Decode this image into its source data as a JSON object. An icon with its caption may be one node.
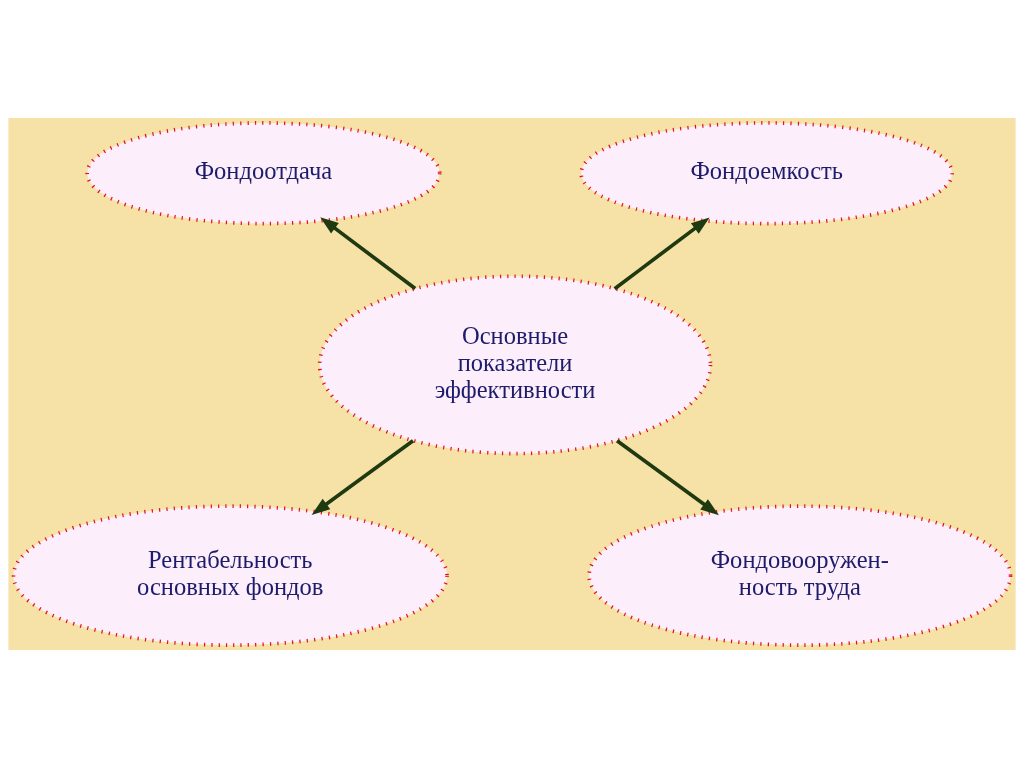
{
  "diagram": {
    "nodes": [
      {
        "text": [
          "Фондоотдача"
        ]
      },
      {
        "text": [
          "Фондоемкость"
        ]
      },
      {
        "text": [
          "Основные показатели эффективности"
        ]
      },
      {
        "text": [
          "Рентабельность основных фондов"
        ]
      },
      {
        "text": [
          "Фондовооружен- ность труда"
        ]
      }
    ],
    "edges": [
      {
        "from": 2,
        "to": 0,
        "arrow": "to"
      },
      {
        "from": 2,
        "to": 1,
        "arrow": "to"
      },
      {
        "from": 2,
        "to": 3,
        "arrow": "to"
      },
      {
        "from": 2,
        "to": 4,
        "arrow": "to"
      }
    ]
  }
}
